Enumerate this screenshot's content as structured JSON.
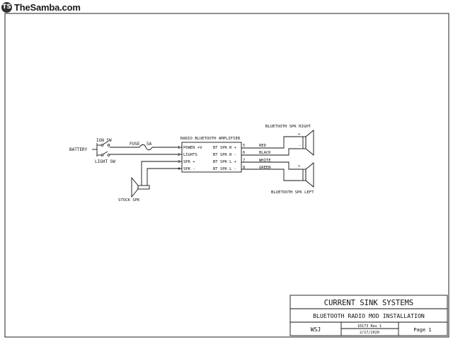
{
  "site": {
    "logo_mark": "TS",
    "name": "TheSamba.com"
  },
  "battery": {
    "label": "BATTERY"
  },
  "ign_sw": {
    "label": "IGN SW"
  },
  "light_sw": {
    "label": "LIGHT SW"
  },
  "fuse": {
    "label": "FUSE",
    "rating": "5A"
  },
  "amplifier": {
    "title": "RADIO BLUETOOTH AMPLIFIER",
    "left_pins": [
      {
        "num": "1",
        "label": "POWER +V"
      },
      {
        "num": "2",
        "label": "LIGHTS"
      },
      {
        "num": "3",
        "label": "SPK +"
      },
      {
        "num": "4",
        "label": "SPK -"
      }
    ],
    "right_pins": [
      {
        "num": "5",
        "label": "BT SPK R +"
      },
      {
        "num": "6",
        "label": "BT SPK R -"
      },
      {
        "num": "7",
        "label": "BT SPK L +"
      },
      {
        "num": "8",
        "label": "BT SPK L -"
      }
    ]
  },
  "wires": {
    "w5": "RED",
    "w6": "BLACK",
    "w7": "WHITE",
    "w8": "GREEN"
  },
  "speakers": {
    "right": {
      "label": "BLUETOOTH SPK RIGHT",
      "plus": "+",
      "minus": "-"
    },
    "left": {
      "label": "BLUETOOTH SPK LEFT",
      "plus": "+",
      "minus": "-"
    },
    "stock": {
      "label": "STOCK SPK"
    }
  },
  "title_block": {
    "company": "CURRENT SINK SYSTEMS",
    "title": "BLUETOOTH RADIO MOD INSTALLATION",
    "initials": "WSJ",
    "doc_number": "10173 Rev 1",
    "date": "2/17/2020",
    "page": "Page 1"
  }
}
